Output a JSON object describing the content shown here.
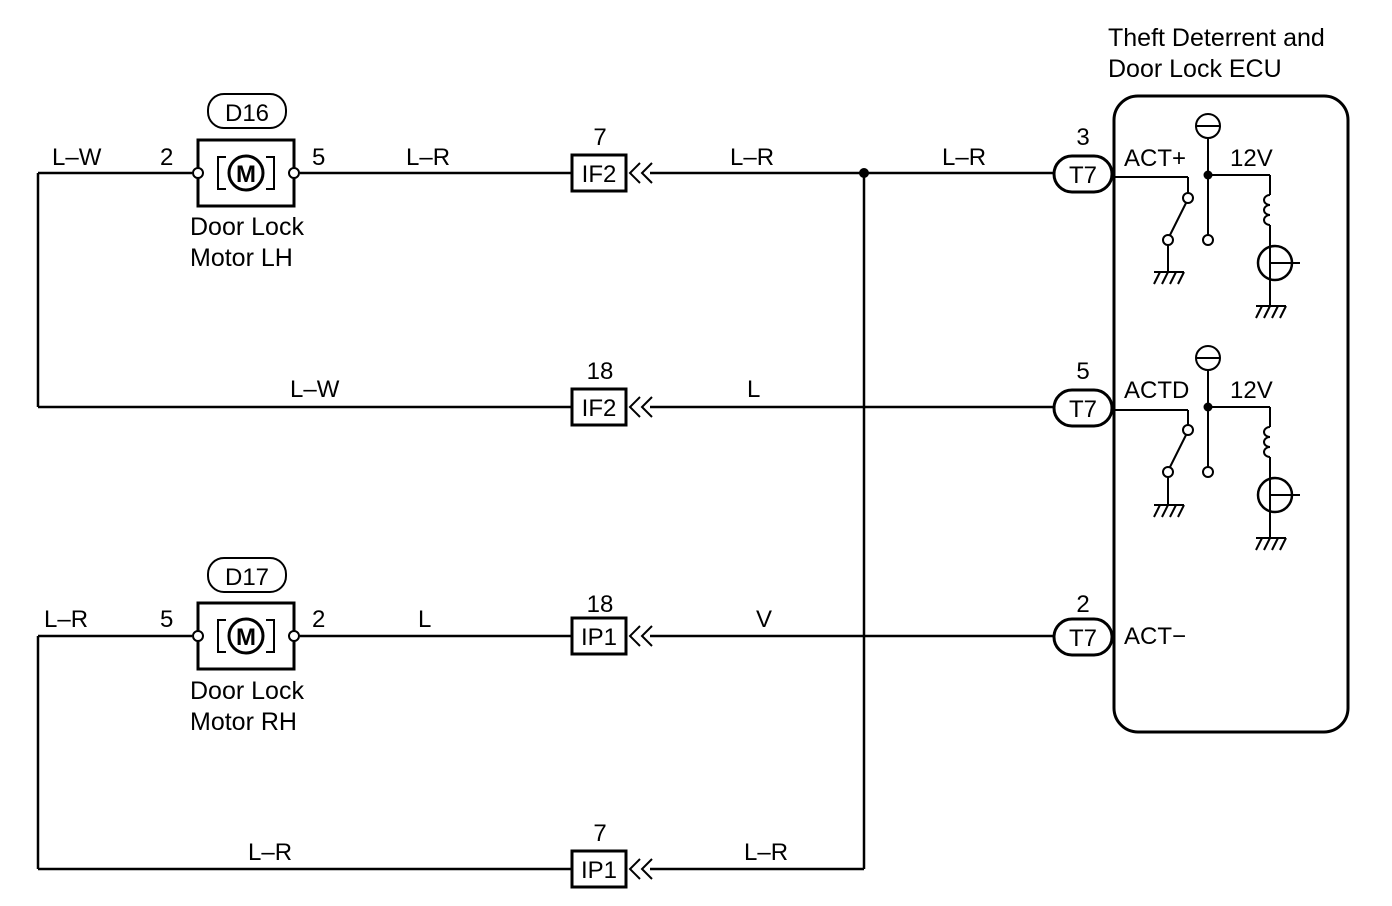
{
  "ecu": {
    "title_line1": "Theft Deterrent and",
    "title_line2": "Door Lock ECU",
    "terminals": [
      {
        "pin": "3",
        "connector": "T7",
        "label": "ACT+",
        "voltage": "12V"
      },
      {
        "pin": "5",
        "connector": "T7",
        "label": "ACTD",
        "voltage": "12V"
      },
      {
        "pin": "2",
        "connector": "T7",
        "label": "ACT−"
      }
    ]
  },
  "motors": [
    {
      "tag": "D16",
      "symbol": "M",
      "name_line1": "Door Lock",
      "name_line2": "Motor LH",
      "left_pin": "2",
      "right_pin": "5",
      "left_wire": "L–W",
      "right_wire": "L–R"
    },
    {
      "tag": "D17",
      "symbol": "M",
      "name_line1": "Door Lock",
      "name_line2": "Motor RH",
      "left_pin": "5",
      "right_pin": "2",
      "left_wire": "L–R",
      "right_wire": "L"
    }
  ],
  "connectors": [
    {
      "pin": "7",
      "name": "IF2",
      "left_wire": "L–R",
      "right_wire": "L–R"
    },
    {
      "pin": "18",
      "name": "IF2",
      "left_wire": "L–W",
      "right_wire": "L"
    },
    {
      "pin": "18",
      "name": "IP1",
      "left_wire": "L",
      "right_wire": "V"
    },
    {
      "pin": "7",
      "name": "IP1",
      "left_wire": "L–R",
      "right_wire": "L–R"
    }
  ],
  "wires": {
    "top_right_segment": "L–R"
  }
}
